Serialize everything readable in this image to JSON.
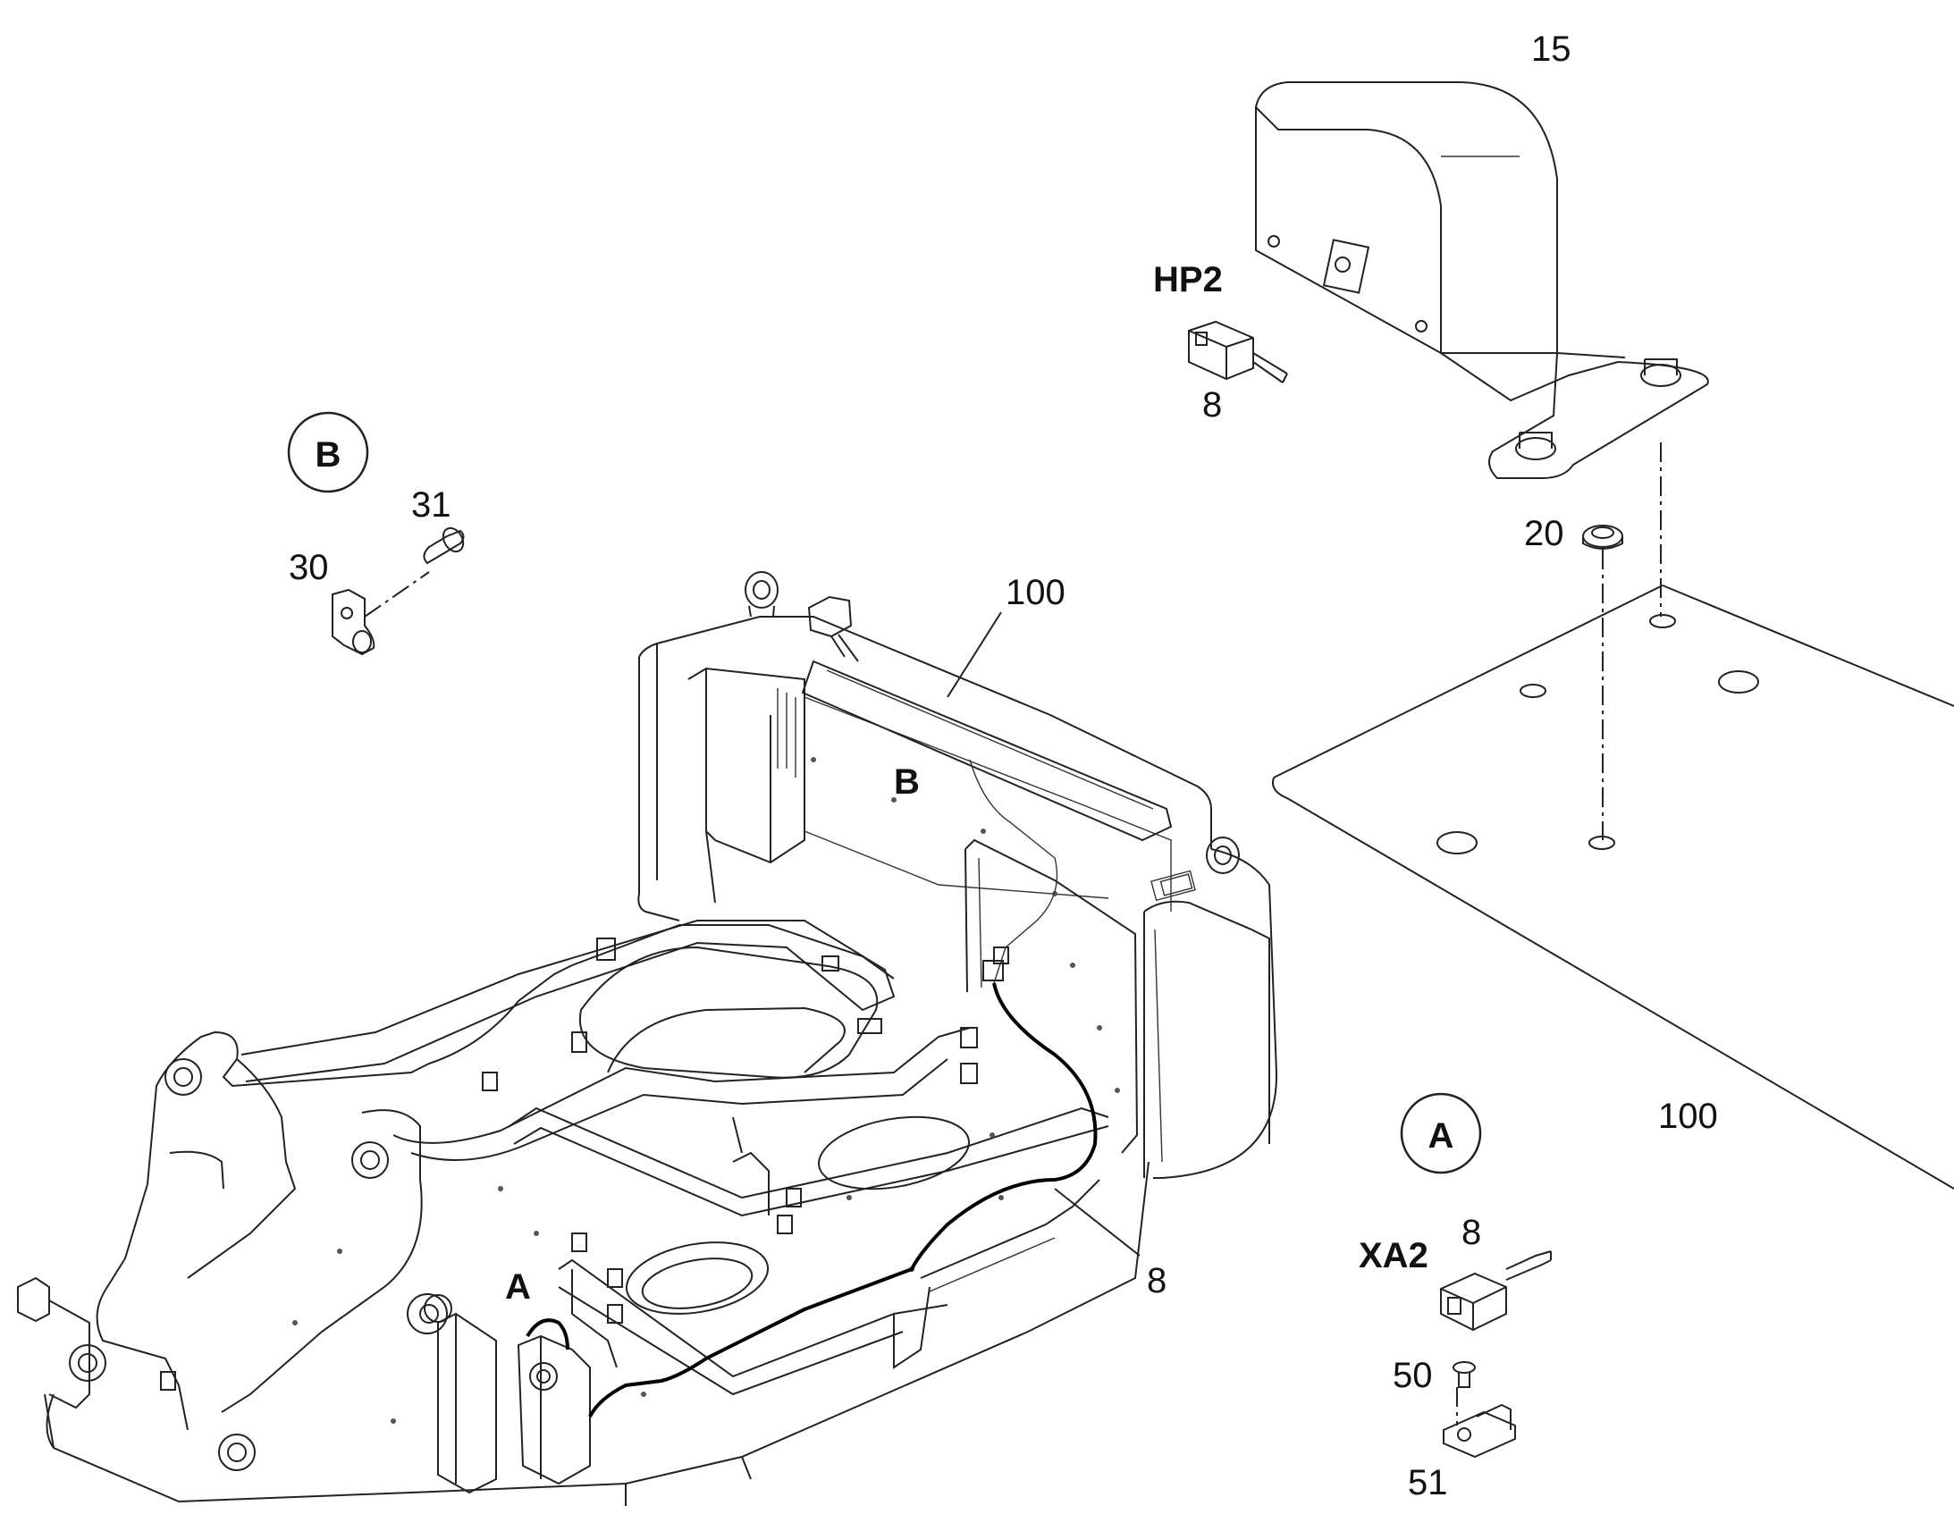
{
  "diagram": {
    "parts": {
      "p15": "15",
      "p20": "20",
      "p8_top": "8",
      "p31": "31",
      "p30": "30",
      "p100_frame": "100",
      "p100_plate": "100",
      "p8_harness": "8",
      "p8_detail_a": "8",
      "p50": "50",
      "p51": "51"
    },
    "connectors": {
      "hp2": "HP2",
      "xa2": "XA2"
    },
    "detail_markers": {
      "a_circle": "A",
      "b_circle": "B",
      "a_on_frame": "A",
      "b_on_frame": "B"
    }
  }
}
